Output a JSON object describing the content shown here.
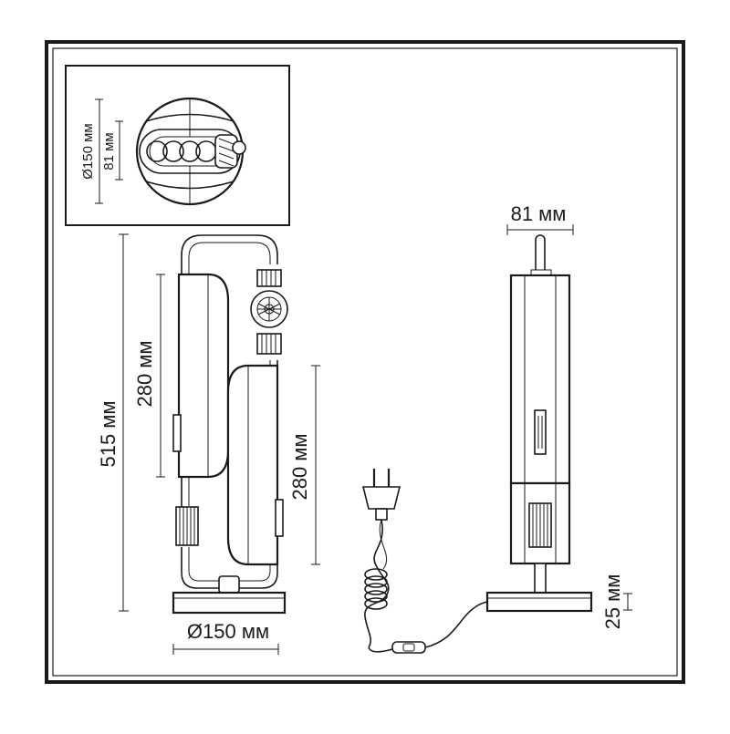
{
  "views": {
    "top": {
      "diameter_label": "Ø150 мм",
      "depth_label": "81 мм"
    },
    "front": {
      "height_label": "515 мм",
      "upper_shade_label": "280 мм",
      "lower_shade_label": "280 мм",
      "base_label": "Ø150 мм"
    },
    "side": {
      "width_label": "81 мм",
      "base_height_label": "25 мм"
    }
  },
  "colors": {
    "line": "#1a1a1a",
    "background": "#ffffff"
  }
}
